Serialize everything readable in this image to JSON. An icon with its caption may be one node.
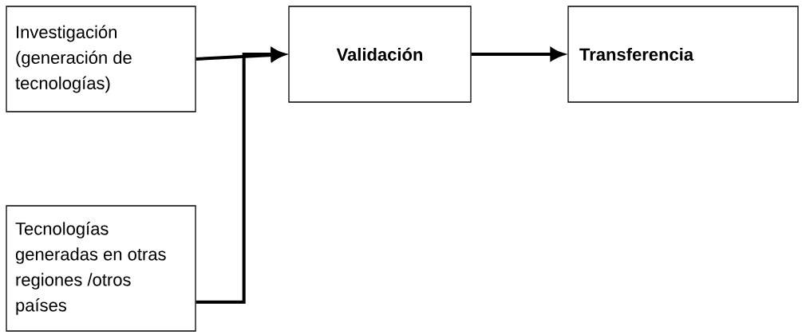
{
  "diagram": {
    "nodes": [
      {
        "text": [
          "Investigación (generación de tecnologías)"
        ]
      },
      {
        "text": [
          "Validación"
        ]
      },
      {
        "text": [
          "Transferencia"
        ]
      },
      {
        "text": [
          "Tecnologías generadas en otras regiones /otros países"
        ]
      }
    ],
    "edges": [
      {
        "from": 0,
        "to": 1,
        "arrow": "to"
      },
      {
        "from": 3,
        "to": 1,
        "arrow": "to"
      },
      {
        "from": 1,
        "to": 2,
        "arrow": "to"
      }
    ]
  }
}
